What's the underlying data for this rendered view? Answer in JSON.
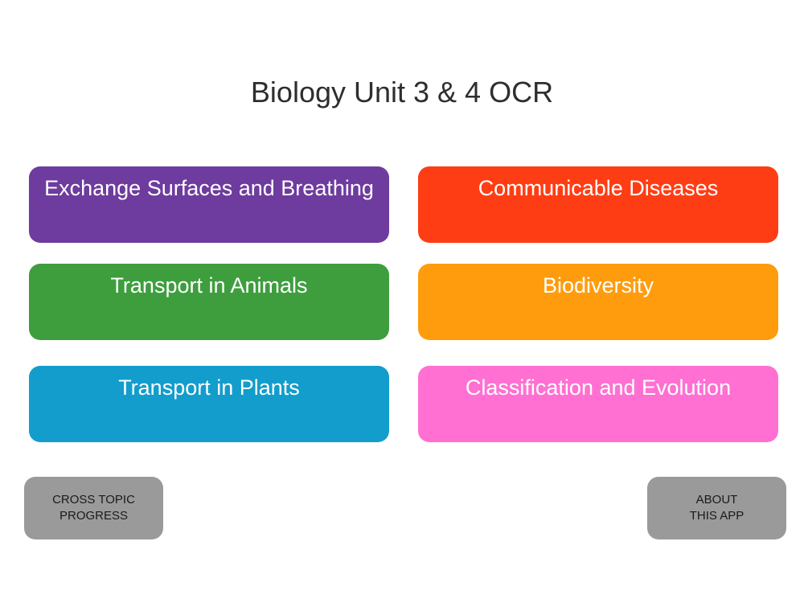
{
  "title": "Biology Unit 3 & 4 OCR",
  "topics": [
    {
      "label": "Exchange Surfaces and Breathing",
      "color": "#6e3b9e"
    },
    {
      "label": "Communicable Diseases",
      "color": "#ff3d14"
    },
    {
      "label": "Transport in Animals",
      "color": "#3e9e3e"
    },
    {
      "label": "Biodiversity",
      "color": "#ff9c0e"
    },
    {
      "label": "Transport in Plants",
      "color": "#129dcc"
    },
    {
      "label": "Classification and Evolution",
      "color": "#ff70d2"
    }
  ],
  "buttons": {
    "progress": {
      "line1": "CROSS TOPIC",
      "line2": "PROGRESS"
    },
    "about": {
      "line1": "ABOUT",
      "line2": "THIS APP"
    }
  },
  "colors": {
    "utility_button": "#9a9a9a",
    "title_text": "#2e2e2e"
  }
}
